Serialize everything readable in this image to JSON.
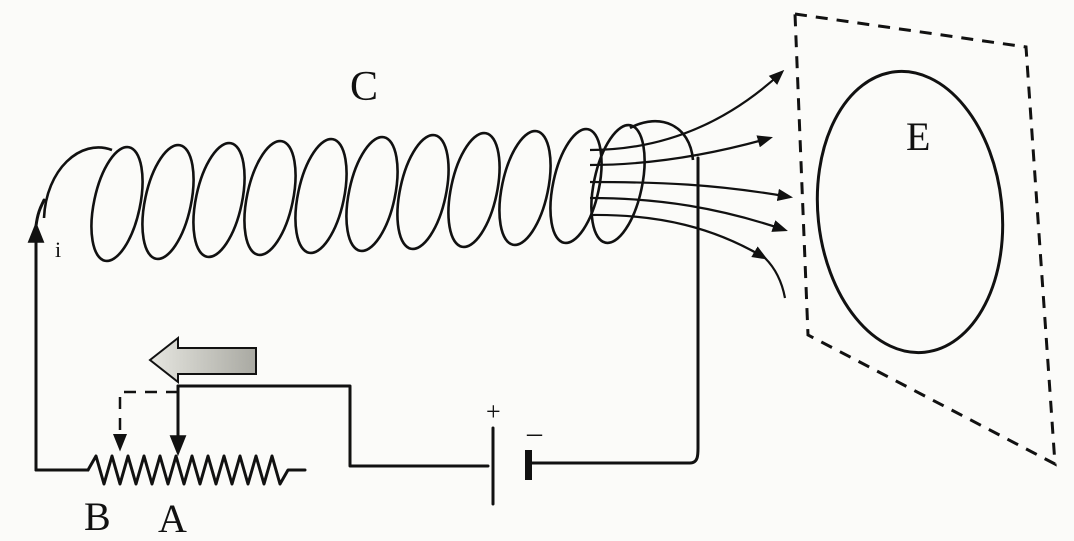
{
  "labels": {
    "coil": "C",
    "screen": "E",
    "current": "i",
    "contact_b": "B",
    "contact_a": "A",
    "battery_plus": "+",
    "battery_minus": "–"
  },
  "colors": {
    "ink": "#111111",
    "paper": "#fbfbf9",
    "slide_arrow_fill": "#cfcfc8"
  }
}
